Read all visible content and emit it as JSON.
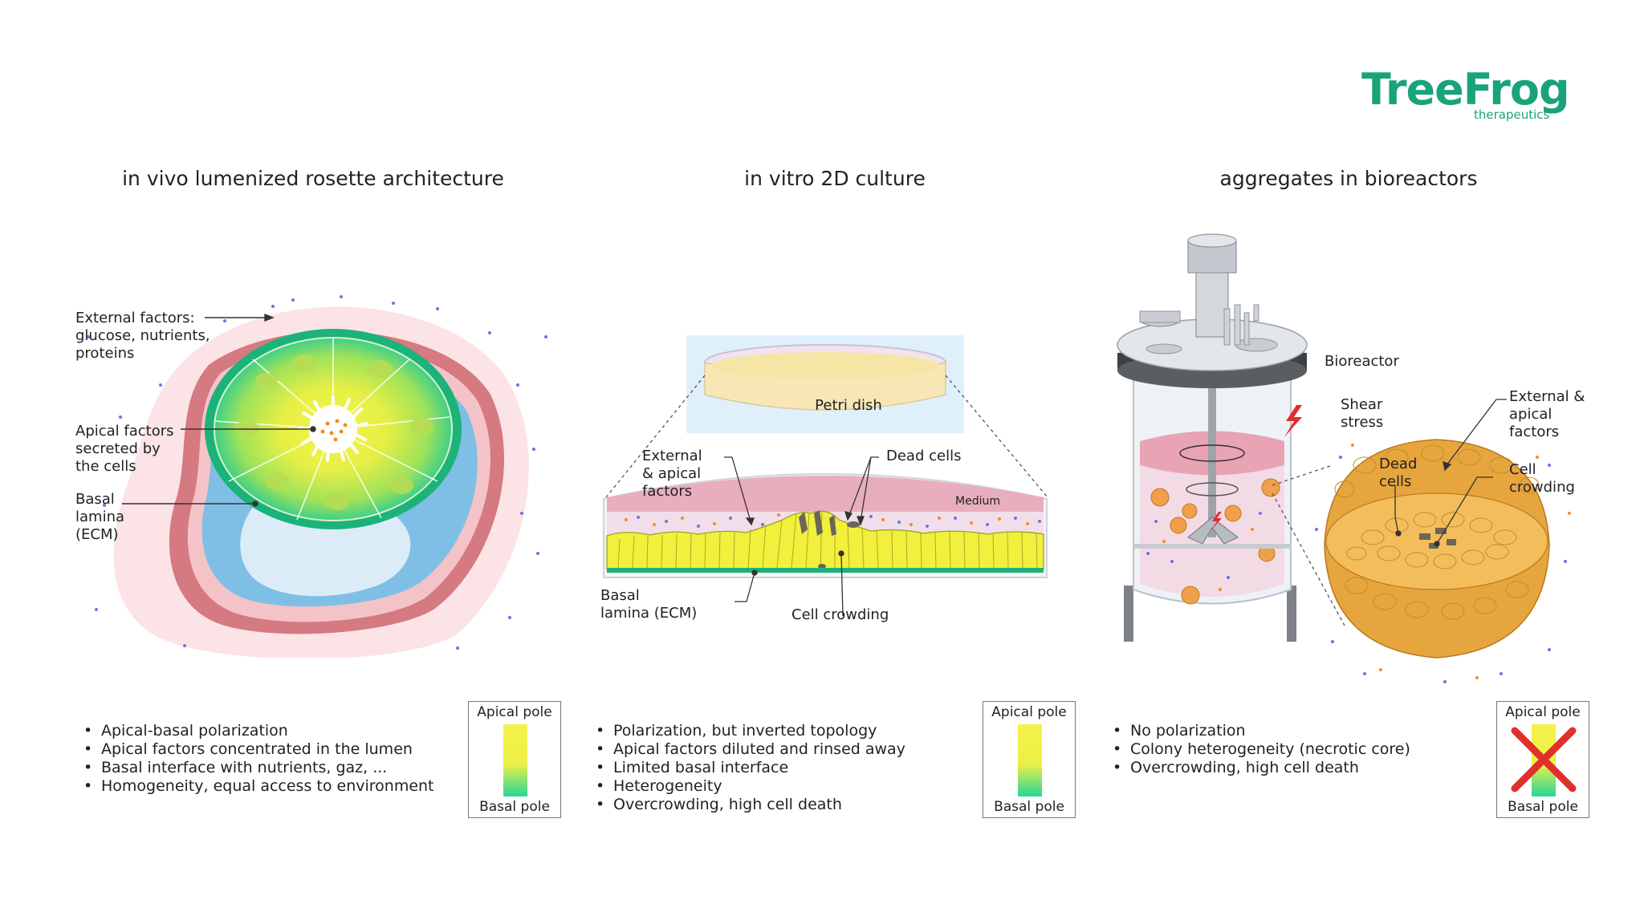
{
  "logo": {
    "name": "TreeFrog",
    "subtitle": "therapeutics",
    "color": "#1aa37a"
  },
  "panels": [
    {
      "title": "in vivo lumenized rosette architecture",
      "labels": {
        "external": "External factors:\nglucose, nutrients,\nproteins",
        "apical": "Apical factors\nsecreted by\nthe cells",
        "basal": "Basal\nlamina\n(ECM)"
      },
      "bullets": [
        "Apical-basal polarization",
        "Apical factors concentrated in the lumen",
        "Basal interface with nutrients, gaz, ...",
        "Homogeneity, equal access to environment"
      ],
      "pole": {
        "top": "Apical pole",
        "bottom": "Basal pole",
        "crossed": false
      }
    },
    {
      "title": "in vitro 2D culture",
      "labels": {
        "petri": "Petri dish",
        "external": "External\n& apical\nfactors",
        "dead": "Dead cells",
        "medium": "Medium",
        "basal": "Basal\nlamina (ECM)",
        "crowding": "Cell crowding"
      },
      "bullets": [
        "Polarization, but inverted topology",
        "Apical factors diluted and rinsed away",
        "Limited basal interface",
        "Heterogeneity",
        "Overcrowding, high cell death"
      ],
      "pole": {
        "top": "Apical pole",
        "bottom": "Basal pole",
        "crossed": false
      }
    },
    {
      "title": "aggregates in bioreactors",
      "labels": {
        "bioreactor": "Bioreactor",
        "shear": "Shear\nstress",
        "external": "External &\napical\nfactors",
        "dead": "Dead\ncells",
        "crowding": "Cell\ncrowding"
      },
      "bullets": [
        "No polarization",
        "Colony heterogeneity (necrotic core)",
        "Overcrowding, high cell death"
      ],
      "pole": {
        "top": "Apical pole",
        "bottom": "Basal pole",
        "crossed": true
      }
    }
  ]
}
